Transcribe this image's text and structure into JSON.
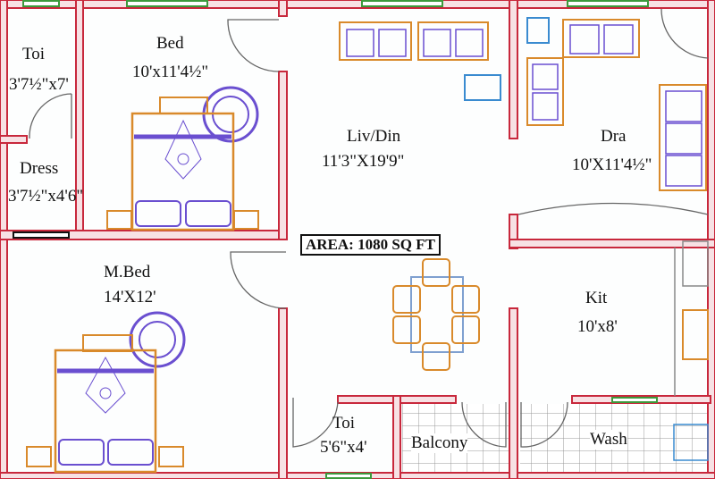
{
  "title": "AREA: 1080 SQ FT",
  "rooms": [
    {
      "name": "Toi",
      "size": "3'7½\"x7'"
    },
    {
      "name": "Dress",
      "size": "3'7½\"x4'6\""
    },
    {
      "name": "Bed",
      "size": "10'x11'4½\""
    },
    {
      "name": "Liv/Din",
      "size": "11'3\"X19'9\""
    },
    {
      "name": "Dra",
      "size": "10'X11'4½\""
    },
    {
      "name": "M.Bed",
      "size": "14'X12'"
    },
    {
      "name": "Kit",
      "size": "10'x8'"
    },
    {
      "name": "Toi",
      "size": "5'6\"x4'"
    },
    {
      "name": "Balcony",
      "size": ""
    },
    {
      "name": "Wash",
      "size": ""
    }
  ],
  "colors": {
    "wall": "#c8283c",
    "wall_fill": "#f7e1e4",
    "furniture": "#d98a2b",
    "decor": "#6a4fd0",
    "window": "#3c9a3c",
    "tile": "#888888"
  }
}
